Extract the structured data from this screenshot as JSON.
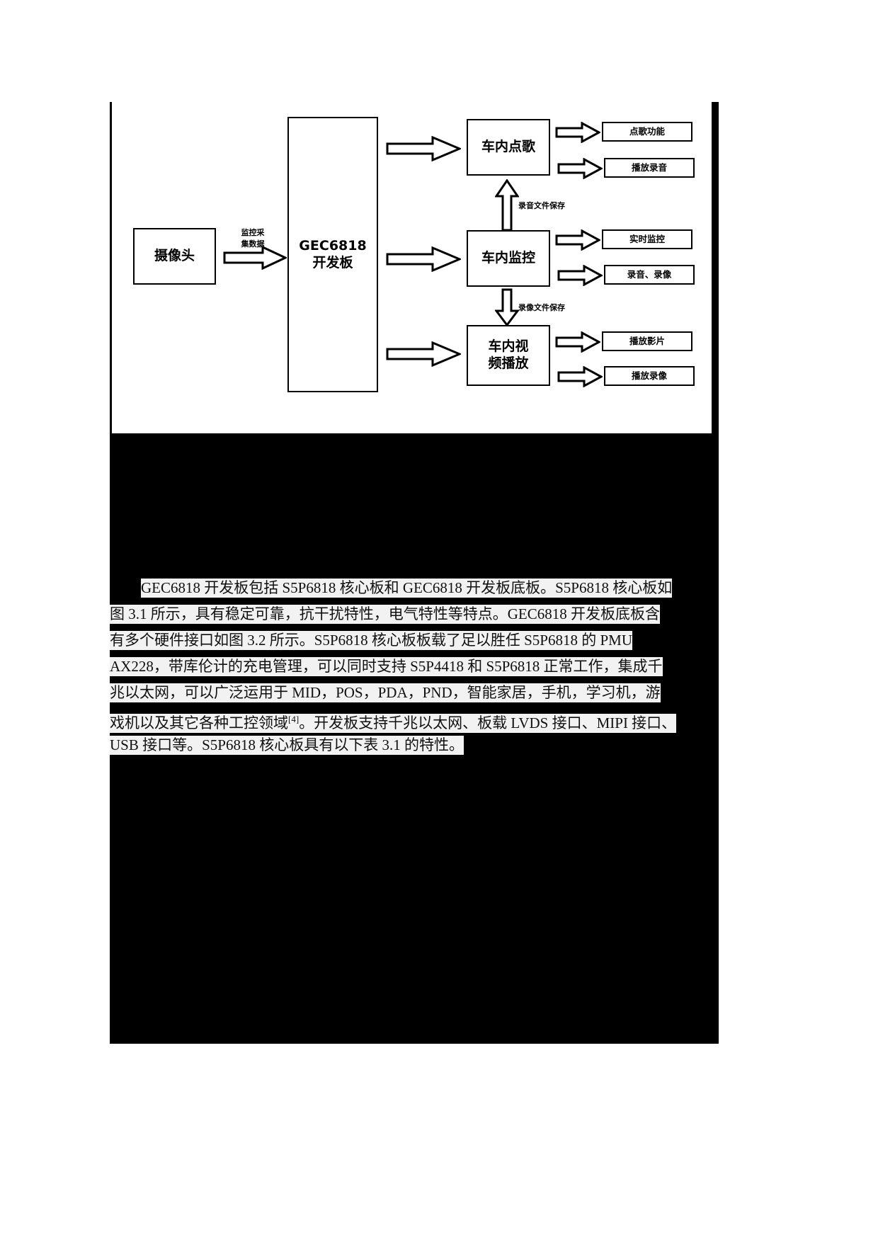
{
  "figure": {
    "nodes": [
      {
        "id": "camera",
        "label": "摄像头"
      },
      {
        "id": "devboard",
        "label": "GEC6818\n开发板"
      },
      {
        "id": "in-car-song",
        "label": "车内点歌"
      },
      {
        "id": "in-car-monitor",
        "label": "车内监控"
      },
      {
        "id": "in-car-video",
        "label": "车内视\n频播放"
      }
    ],
    "leaf_nodes": [
      {
        "id": "song-function",
        "label": "点歌功能"
      },
      {
        "id": "play-recording",
        "label": "播放录音"
      },
      {
        "id": "realtime-monitor",
        "label": "实时监控"
      },
      {
        "id": "audio-video-rec",
        "label": "录音、录像"
      },
      {
        "id": "play-movie",
        "label": "播放影片"
      },
      {
        "id": "play-video-rec",
        "label": "播放录像"
      }
    ],
    "edge_labels": [
      {
        "id": "capture-data",
        "label": "监控采\n集数据"
      },
      {
        "id": "audio-file-save",
        "label": "录音文件保存"
      },
      {
        "id": "video-file-save",
        "label": "录像文件保存"
      }
    ],
    "colors": {
      "stroke": "#000000",
      "fill": "#ffffff"
    }
  },
  "body": {
    "lines": [
      "GEC6818 开发板包括 S5P6818 核心板和 GEC6818 开发板底板。S5P6818 核心板如",
      "图 3.1 所示，具有稳定可靠，抗干扰特性，电气特性等特点。GEC6818 开发板底板含",
      "有多个硬件接口如图 3.2 所示。S5P6818 核心板板载了足以胜任 S5P6818 的 PMU",
      "AX228，带库伦计的充电管理，可以同时支持 S5P4418 和 S5P6818 正常工作，集成千",
      "兆以太网，可以广泛运用于 MID，POS，PDA，PND，智能家居，手机，学习机，游",
      "戏机以及其它各种工控领域",
      "。开发板支持千兆以太网、板载 LVDS 接口、MIPI 接口、",
      "USB 接口等。S5P6818 核心板具有以下表 3.1 的特性。"
    ],
    "citation": "[4]"
  }
}
